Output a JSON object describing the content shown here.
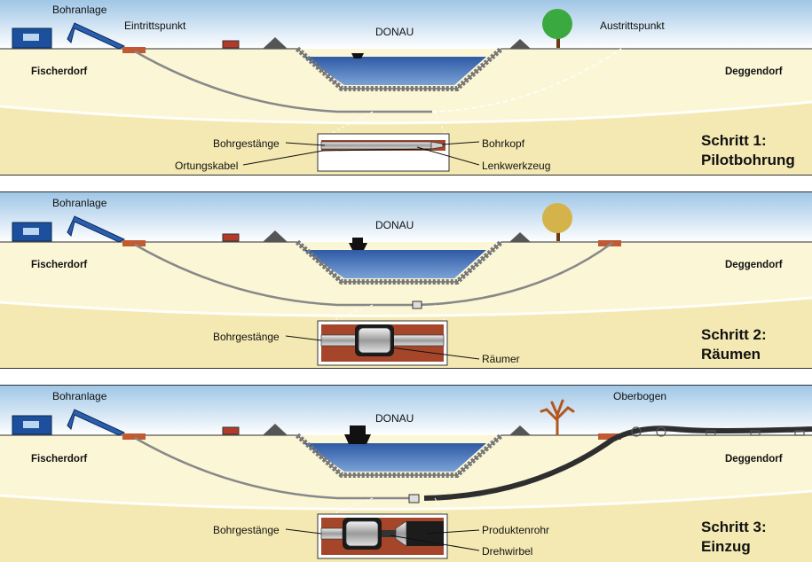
{
  "panels": [
    {
      "labels": {
        "bohranlage": "Bohranlage",
        "entry": "Eintrittspunkt",
        "river": "DONAU",
        "exit": "Austrittspunkt",
        "left_town": "Fischerdorf",
        "right_town": "Deggendorf",
        "rod": "Bohrgestänge",
        "cable": "Ortungskabel",
        "head": "Bohrkopf",
        "steering": "Lenkwerkzeug"
      },
      "step": {
        "line1": "Schritt 1:",
        "line2": "Pilotbohrung"
      }
    },
    {
      "labels": {
        "bohranlage": "Bohranlage",
        "river": "DONAU",
        "left_town": "Fischerdorf",
        "right_town": "Deggendorf",
        "rod": "Bohrgestänge",
        "reamer": "Räumer"
      },
      "step": {
        "line1": "Schritt 2:",
        "line2": "Räumen"
      }
    },
    {
      "labels": {
        "bohranlage": "Bohranlage",
        "river": "DONAU",
        "overbend": "Oberbogen",
        "left_town": "Fischerdorf",
        "right_town": "Deggendorf",
        "rod": "Bohrgestänge",
        "product_pipe": "Produktenrohr",
        "swivel": "Drehwirbel"
      },
      "step": {
        "line1": "Schritt 3:",
        "line2": "Einzug"
      }
    }
  ],
  "colors": {
    "sky_top": "#9fc6e6",
    "sky_bottom": "#ffffff",
    "ground": "#fbf6d6",
    "deep_ground": "#f1e4a6",
    "water": "#3d6bb3",
    "rig": "#1c4f9c",
    "soil_section": "#a5462a"
  },
  "icons": [
    "drill-rig-icon",
    "tree-icon",
    "boat-icon",
    "truck-icon",
    "mound-icon"
  ]
}
